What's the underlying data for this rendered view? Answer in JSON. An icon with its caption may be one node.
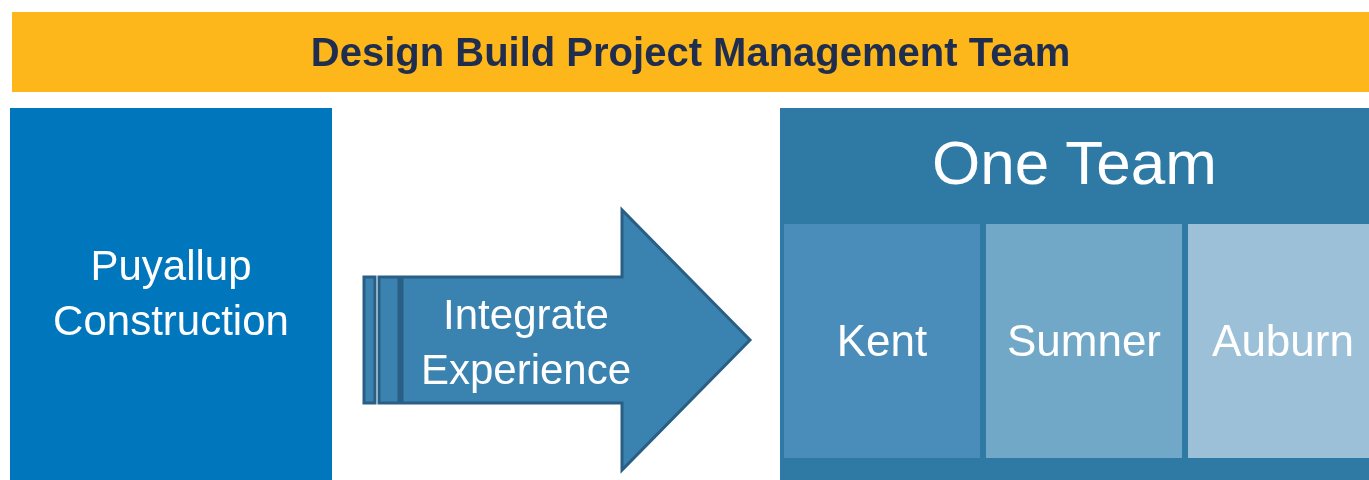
{
  "diagram": {
    "title": "Design Build Project Management Team",
    "nodes": [
      {
        "text": [
          "Puyallup Construction"
        ]
      },
      {
        "text": [
          "One Team"
        ]
      },
      {
        "text": [
          "Kent"
        ],
        "in": 1
      },
      {
        "text": [
          "Sumner"
        ],
        "in": 1
      },
      {
        "text": [
          "Auburn"
        ],
        "in": 1
      }
    ],
    "edges": [
      {
        "from": 0,
        "to": 1,
        "arrow": "to",
        "label": "Integrate Experience",
        "style": "thick"
      }
    ]
  }
}
